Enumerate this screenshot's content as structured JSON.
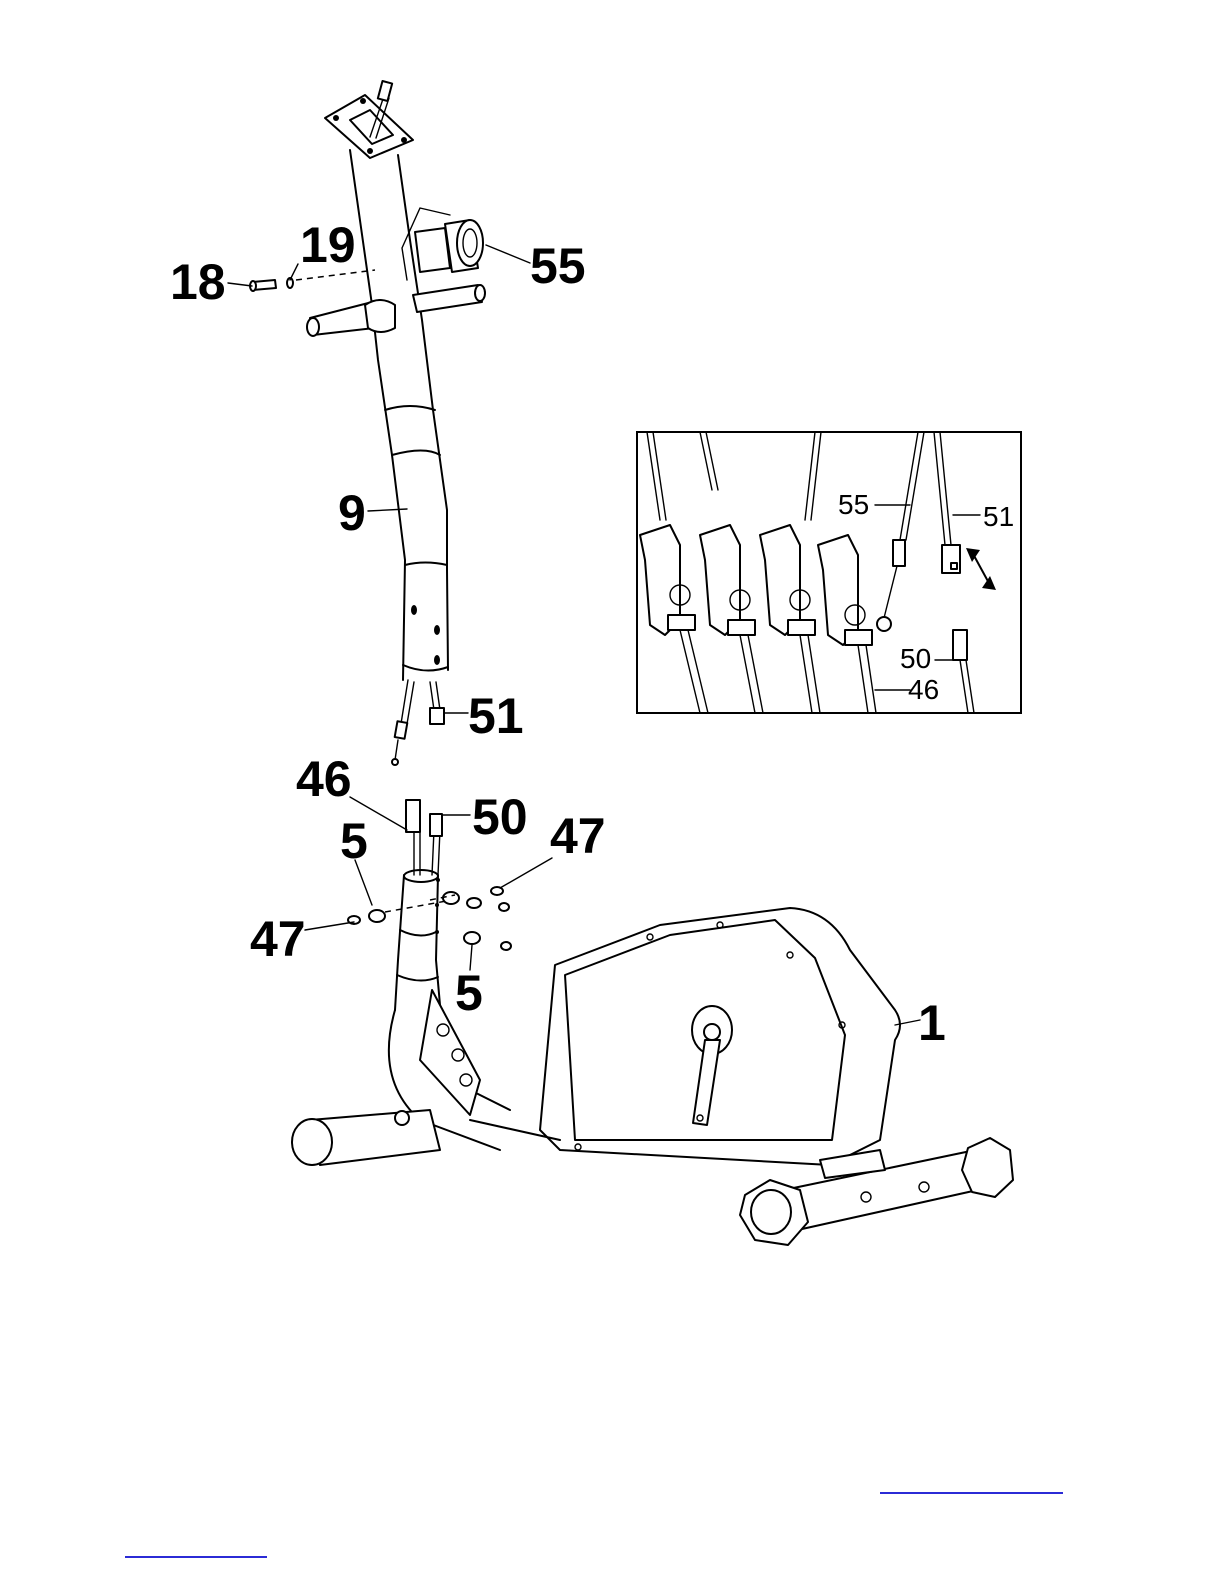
{
  "callouts": {
    "c18": "18",
    "c19": "19",
    "c55": "55",
    "c9": "9",
    "c51": "51",
    "c46": "46",
    "c50": "50",
    "c47a": "47",
    "c5a": "5",
    "c47b": "47",
    "c5b": "5",
    "c1": "1"
  },
  "inset": {
    "c55": "55",
    "c51": "51",
    "c50": "50",
    "c46": "46"
  },
  "colors": {
    "ink": "#000000",
    "link_underline": "#2b2bd6"
  }
}
